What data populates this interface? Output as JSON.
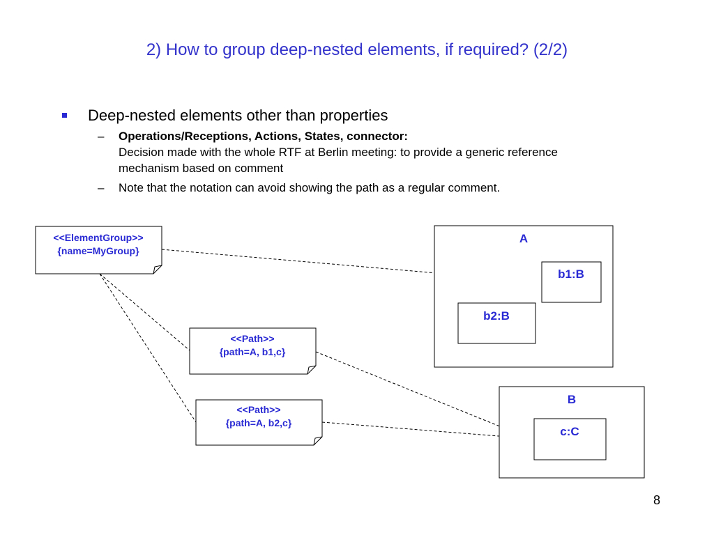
{
  "slide": {
    "title": "2) How to group deep-nested elements, if required? (2/2)",
    "page_number": "8"
  },
  "bullets": {
    "main": "Deep-nested elements other than properties",
    "sub1_bold": "Operations/Receptions, Actions, States, connector:",
    "sub1_line2": "Decision made with the whole RTF at Berlin meeting: to provide a generic reference",
    "sub1_line3": "mechanism based on comment",
    "sub2": "Note that the notation can avoid showing the path as a regular comment.",
    "dash": "–"
  },
  "diagram": {
    "group_note": {
      "line1": "<<ElementGroup>>",
      "line2": "{name=MyGroup}"
    },
    "path_note_1": {
      "line1": "<<Path>>",
      "line2": "{path=A, b1,c}"
    },
    "path_note_2": {
      "line1": "<<Path>>",
      "line2": "{path=A, b2,c}"
    },
    "box_A": {
      "label": "A"
    },
    "box_b1": {
      "label": "b1:B"
    },
    "box_b2": {
      "label": "b2:B"
    },
    "box_B": {
      "label": "B"
    },
    "box_c": {
      "label": "c:C"
    }
  },
  "colors": {
    "accent": "#2a2ad4",
    "title": "#3333cc"
  }
}
